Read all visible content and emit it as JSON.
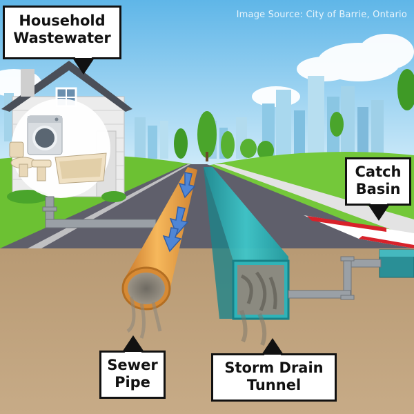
{
  "source_credit": "Image Source: City of Barrie, Ontario",
  "labels": {
    "household": {
      "line1": "Household",
      "line2": "Wastewater"
    },
    "catch_basin": {
      "line1": "Catch",
      "line2": "Basin"
    },
    "sewer_pipe": {
      "line1": "Sewer",
      "line2": "Pipe"
    },
    "storm_drain": {
      "line1": "Storm Drain",
      "line2": "Tunnel"
    }
  },
  "colors": {
    "sky_top": "#5fb6e8",
    "sky_bottom": "#d6eefa",
    "grass": "#6cc133",
    "road": "#5f5f6b",
    "soil": "#bfa27e",
    "sewer_pipe": "#e8a040",
    "storm_tunnel": "#2fb3b8",
    "arrow": "#4f86d6",
    "curb_red": "#d8222a",
    "pipe_gray": "#9aa0a6"
  },
  "icons": [
    "house-icon",
    "washing-machine-icon",
    "toilet-icon",
    "bathtub-icon",
    "sink-icon",
    "flow-arrow-icon"
  ]
}
